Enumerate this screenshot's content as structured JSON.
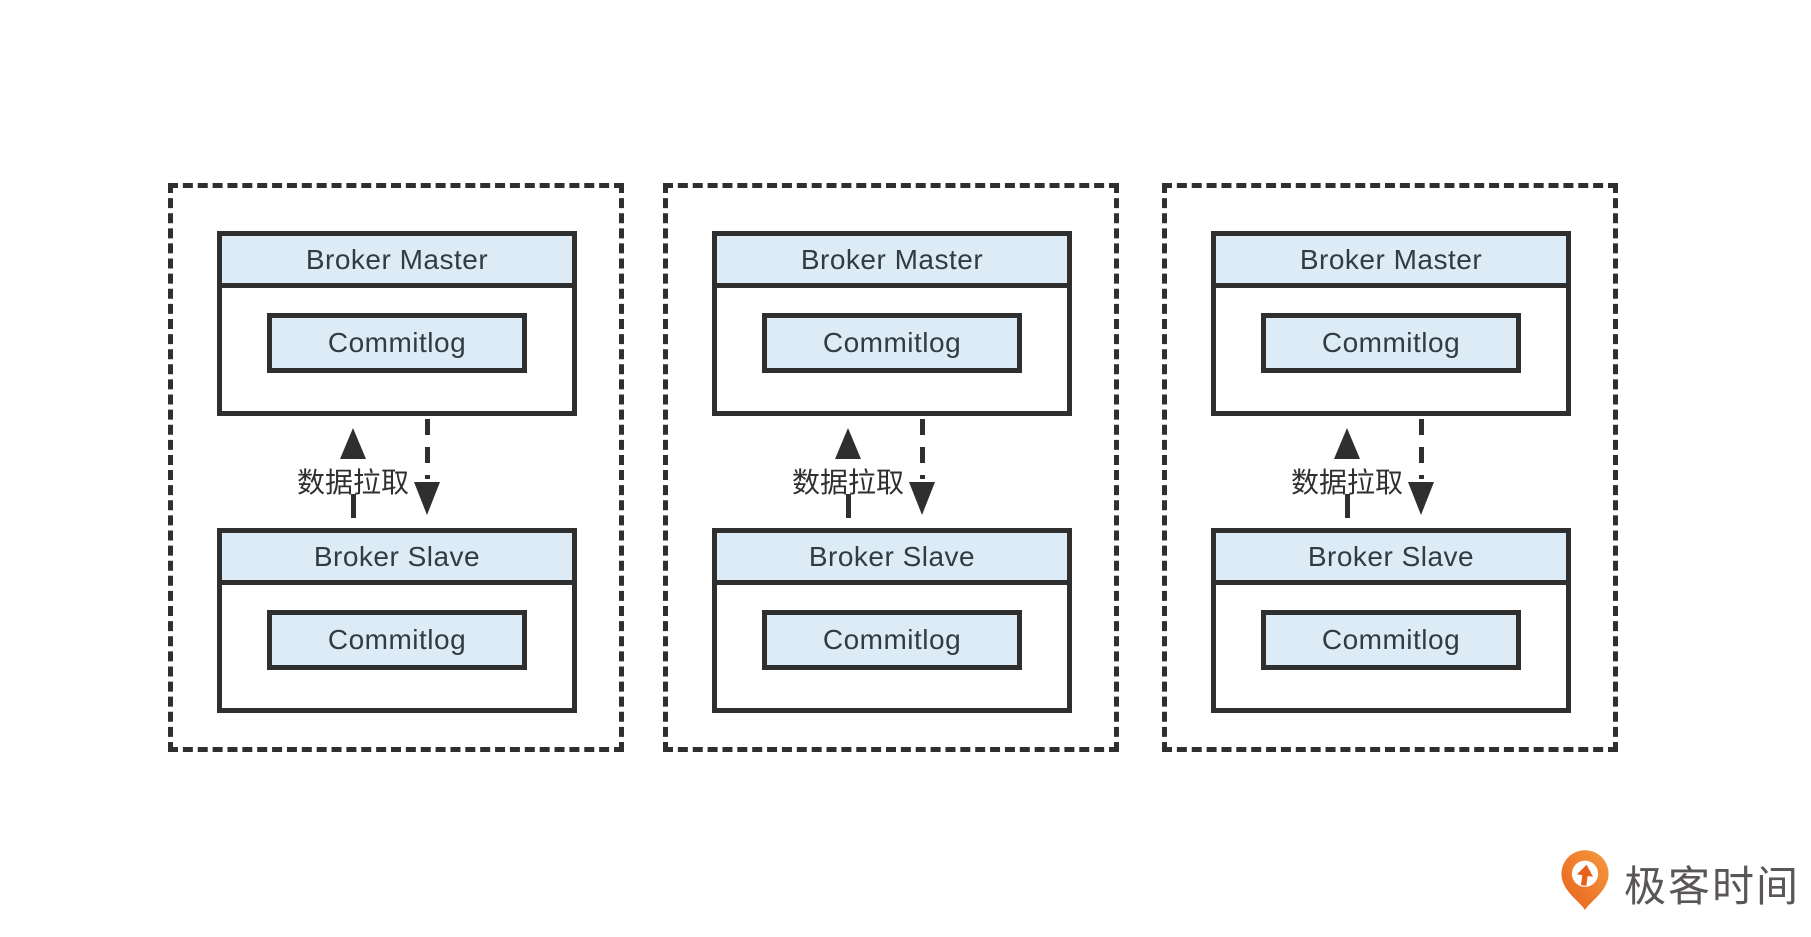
{
  "diagram": {
    "groups": [
      {
        "master": {
          "title": "Broker Master",
          "commitlog": "Commitlog"
        },
        "slave": {
          "title": "Broker Slave",
          "commitlog": "Commitlog"
        },
        "arrow_label": "数据拉取"
      },
      {
        "master": {
          "title": "Broker Master",
          "commitlog": "Commitlog"
        },
        "slave": {
          "title": "Broker Slave",
          "commitlog": "Commitlog"
        },
        "arrow_label": "数据拉取"
      },
      {
        "master": {
          "title": "Broker Master",
          "commitlog": "Commitlog"
        },
        "slave": {
          "title": "Broker Slave",
          "commitlog": "Commitlog"
        },
        "arrow_label": "数据拉取"
      }
    ],
    "colors": {
      "node_fill": "#dcebf5",
      "ink": "#2f2f2f",
      "text": "#333b42",
      "background": "#ffffff",
      "brand_orange": "#ed6c1e",
      "brand_text_gray": "#5a5657"
    }
  },
  "footer": {
    "brand": "极客时间"
  }
}
